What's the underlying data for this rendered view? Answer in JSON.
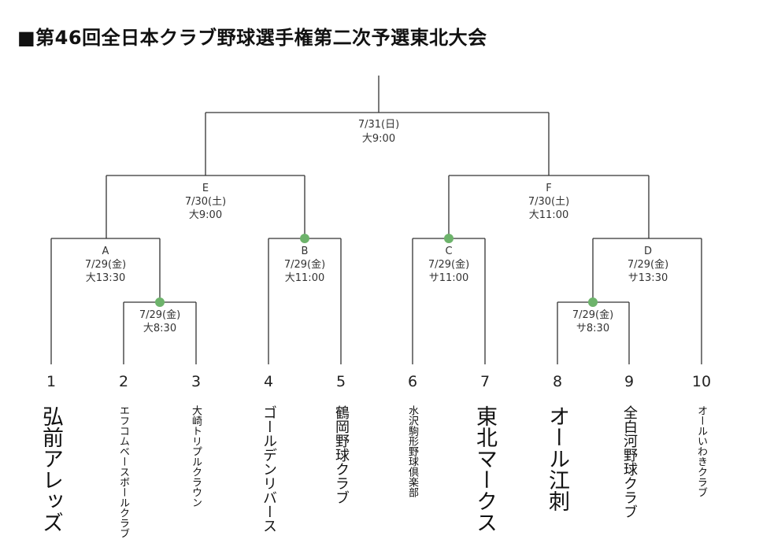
{
  "title": "■第46回全日本クラブ野球選手権第二次予選東北大会",
  "colors": {
    "line": "#333333",
    "winner_dot": "#6db36b"
  },
  "games": {
    "final": {
      "date": "7/31(日)",
      "time": "大9:00"
    },
    "E": {
      "code": "E",
      "date": "7/30(土)",
      "time": "大9:00"
    },
    "F": {
      "code": "F",
      "date": "7/30(土)",
      "time": "大11:00"
    },
    "A": {
      "code": "A",
      "date": "7/29(金)",
      "time": "大13:30"
    },
    "B": {
      "code": "B",
      "date": "7/29(金)",
      "time": "大11:00"
    },
    "C": {
      "code": "C",
      "date": "7/29(金)",
      "time": "サ11:00"
    },
    "D": {
      "code": "D",
      "date": "7/29(金)",
      "time": "サ13:30"
    },
    "g23": {
      "date": "7/29(金)",
      "time": "大8:30"
    },
    "g89": {
      "date": "7/29(金)",
      "time": "サ8:30"
    }
  },
  "teams": [
    {
      "seed": "1",
      "name": "弘前アレッズ"
    },
    {
      "seed": "2",
      "name": "エフコムベースボールクラブ"
    },
    {
      "seed": "3",
      "name": "大崎トリプルクラウン"
    },
    {
      "seed": "4",
      "name": "ゴールデンリバース"
    },
    {
      "seed": "5",
      "name": "鶴岡野球クラブ"
    },
    {
      "seed": "6",
      "name": "水沢駒形野球倶楽部"
    },
    {
      "seed": "7",
      "name": "東北マークス"
    },
    {
      "seed": "8",
      "name": "オール江刺"
    },
    {
      "seed": "9",
      "name": "全白河野球クラブ"
    },
    {
      "seed": "10",
      "name": "オールいわきクラブ"
    }
  ]
}
